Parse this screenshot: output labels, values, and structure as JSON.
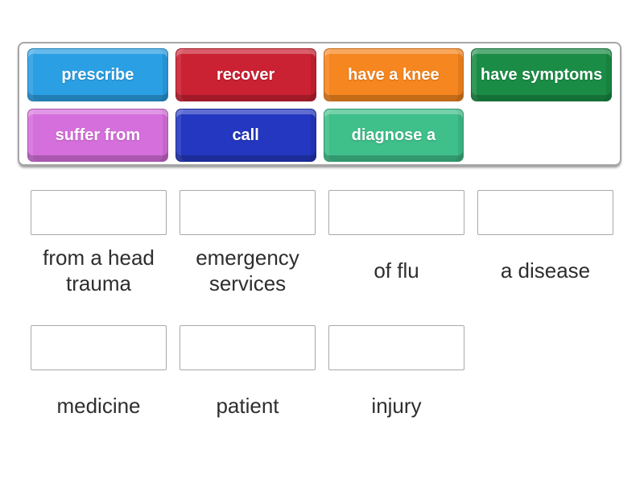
{
  "activity": {
    "type": "match-up"
  },
  "word_bank": {
    "text_color": "#ffffff",
    "tiles": [
      {
        "label": "prescribe",
        "color": "#2b9fe3"
      },
      {
        "label": "recover",
        "color": "#ca2133"
      },
      {
        "label": "have a knee",
        "color": "#f6861f"
      },
      {
        "label": "have symptoms",
        "color": "#1b8c46"
      },
      {
        "label": "suffer from",
        "color": "#d56fdc"
      },
      {
        "label": "call",
        "color": "#2437c0"
      },
      {
        "label": "diagnose a",
        "color": "#3fbf8a"
      }
    ]
  },
  "match_rows": [
    {
      "items": [
        {
          "label": "from a head trauma"
        },
        {
          "label": "emergency services"
        },
        {
          "label": "of flu"
        },
        {
          "label": "a disease"
        }
      ]
    },
    {
      "items": [
        {
          "label": "medicine"
        },
        {
          "label": "patient"
        },
        {
          "label": "injury"
        }
      ]
    }
  ],
  "colors": {
    "background": "#ffffff",
    "panel_border": "#a6a6a6",
    "drop_box_border": "#a9a9a9",
    "label_text": "#2e2e2e"
  }
}
